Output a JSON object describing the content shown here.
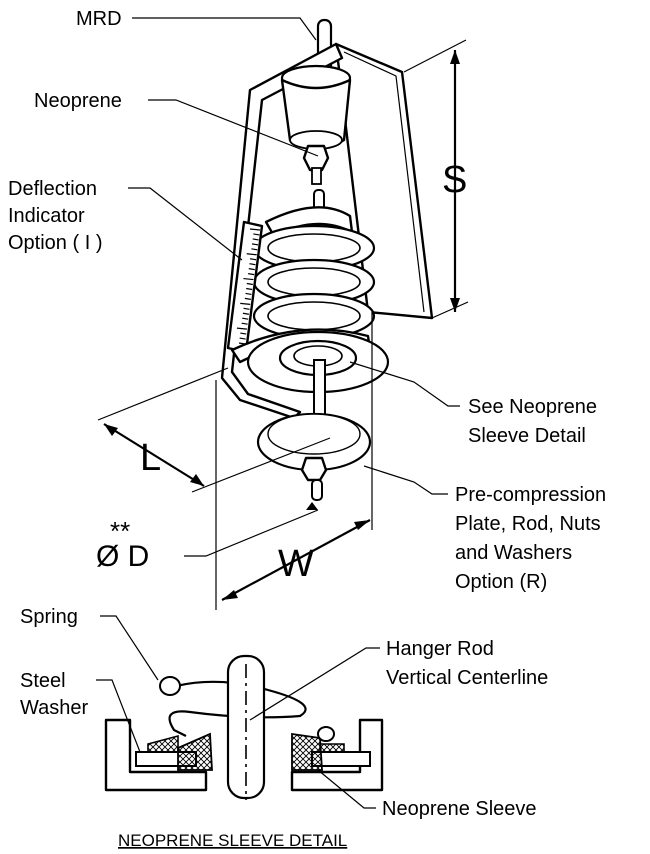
{
  "labels": {
    "mrd": "MRD",
    "neoprene": "Neoprene",
    "deflection_1": "Deflection",
    "deflection_2": "Indicator",
    "deflection_3": "Option ( I )",
    "dim_s": "S",
    "dim_l": "L",
    "dim_w": "W",
    "dim_d": "Ø D",
    "dim_d_note": "**",
    "sleeve_1": "See Neoprene",
    "sleeve_2": "Sleeve Detail",
    "precomp_1": "Pre-compression",
    "precomp_2": "Plate, Rod, Nuts",
    "precomp_3": "and Washers",
    "precomp_4": "Option (R)",
    "spring": "Spring",
    "hanger_1": "Hanger Rod",
    "hanger_2": "Vertical Centerline",
    "steel_1": "Steel",
    "steel_2": "Washer",
    "neoprene_sleeve": "Neoprene Sleeve",
    "detail_caption": "NEOPRENE SLEEVE DETAIL"
  }
}
